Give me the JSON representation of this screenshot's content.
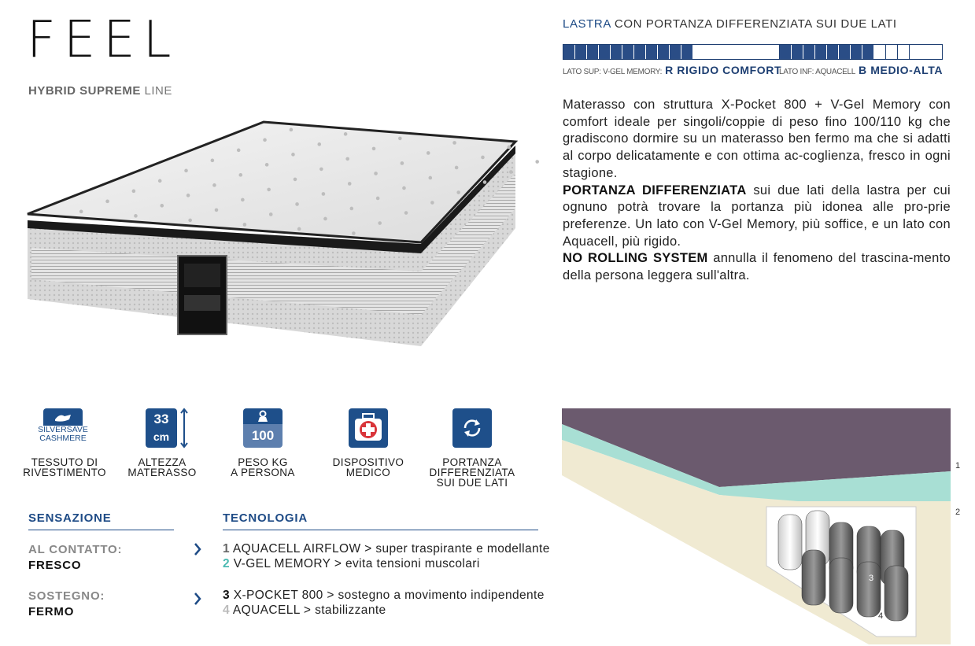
{
  "title": "FEEL",
  "line": {
    "bold": "HYBRID SUPREME",
    "rest": "LINE"
  },
  "lastra": {
    "accent": "LASTRA",
    "rest": "CON PORTANZA DIFFERENZIATA SUI DUE LATI"
  },
  "firmness": [
    {
      "filled": 11,
      "total": 12,
      "side_label": "LATO SUP: V-GEL MEMORY:",
      "rating": "R RIGIDO COMFORT"
    },
    {
      "filled": 8,
      "total": 12,
      "side_label": "LATO INF: AQUACELL",
      "rating": "B MEDIO-ALTA"
    }
  ],
  "description": {
    "p1": "Materasso con struttura X-Pocket 800 + V-Gel Memory con comfort ideale per singoli/coppie di peso fino 100/110 kg che gradiscono dormire su un materasso ben fermo ma che si adatti al corpo delicatamente e con ottima ac-coglienza, fresco in ogni stagione.",
    "p2_bold": "PORTANZA DIFFERENZIATA",
    "p2_rest": " sui due lati della lastra per cui ognuno potrà trovare la portanza più idonea alle pro-prie preferenze. Un lato con V-Gel Memory, più soffice, e un lato con Aquacell, più rigido.",
    "p3_bold": "NO ROLLING SYSTEM",
    "p3_rest": " annulla il fenomeno del trascina-mento della persona leggera sull'altra."
  },
  "features": [
    {
      "icon": "fabric-hand-icon",
      "badge1": "SILVERSAVE",
      "badge2": "CASHMERE",
      "label1": "TESSUTO DI",
      "label2": "RIVESTIMENTO"
    },
    {
      "icon": "height-icon",
      "value": "33",
      "unit": "cm",
      "label1": "ALTEZZA",
      "label2": "MATERASSO"
    },
    {
      "icon": "weight-icon",
      "value": "100",
      "label1": "PESO KG",
      "label2": "A PERSONA"
    },
    {
      "icon": "medical-kit-icon",
      "label1": "DISPOSITIVO",
      "label2": "MEDICO"
    },
    {
      "icon": "rotate-icon",
      "label1": "PORTANZA",
      "label2": "DIFFERENZIATA",
      "label3": "SUI DUE LATI"
    }
  ],
  "sensazione": {
    "heading": "SENSAZIONE",
    "items": [
      {
        "label": "AL CONTATTO:",
        "value": "FRESCO"
      },
      {
        "label": "SOSTEGNO:",
        "value": "FERMO"
      }
    ]
  },
  "tecnologia": {
    "heading": "TECNOLOGIA",
    "items": [
      {
        "num": "1",
        "text": "AQUACELL AIRFLOW > super traspirante e modellante"
      },
      {
        "num": "2",
        "text": "V-GEL MEMORY > evita tensioni muscolari"
      },
      {
        "num": "3",
        "text": "X-POCKET 800 > sostegno a movimento indipendente"
      },
      {
        "num": "4",
        "text": "AQUACELL > stabilizzante"
      }
    ]
  },
  "layers": [
    "1",
    "2",
    "3",
    "4"
  ],
  "colors": {
    "accent": "#1e4b86",
    "teal": "#4bbab2"
  }
}
